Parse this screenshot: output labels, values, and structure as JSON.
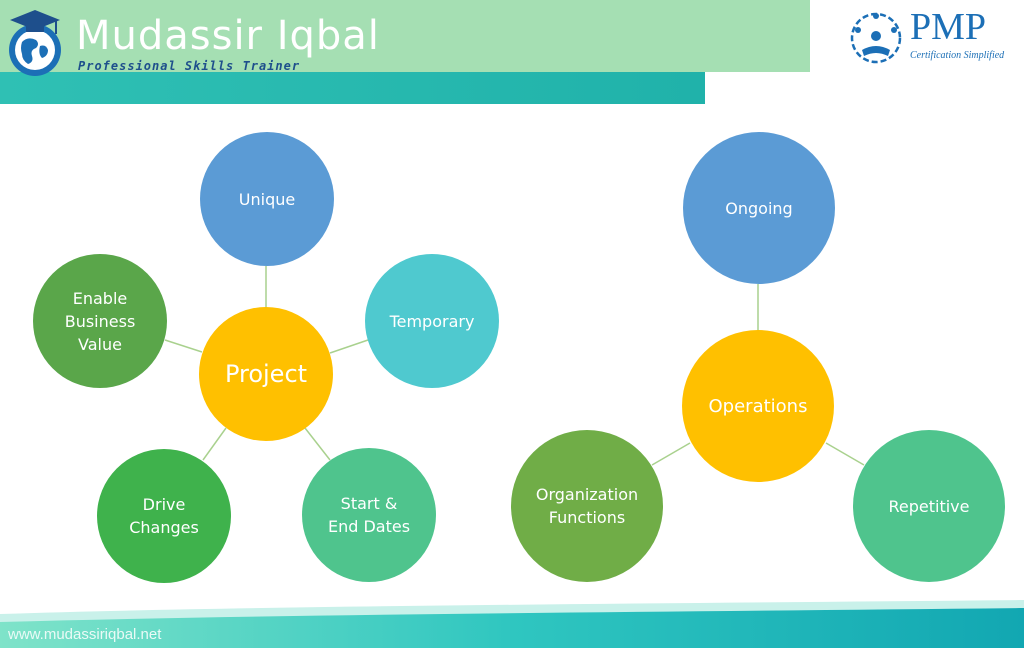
{
  "header": {
    "brand_name": "Mudassir Iqbal",
    "brand_tagline": "Professional Skills Trainer",
    "pmp_title": "PMP",
    "pmp_tagline": "Certification Simplified"
  },
  "project_diagram": {
    "center": "Project",
    "nodes": [
      {
        "id": "unique",
        "label": "Unique"
      },
      {
        "id": "temporary",
        "label": "Temporary"
      },
      {
        "id": "start_end",
        "label": "Start &\nEnd Dates"
      },
      {
        "id": "drive_changes",
        "label": "Drive\nChanges"
      },
      {
        "id": "enable_value",
        "label": "Enable\nBusiness\nValue"
      }
    ]
  },
  "operations_diagram": {
    "center": "Operations",
    "nodes": [
      {
        "id": "ongoing",
        "label": "Ongoing"
      },
      {
        "id": "repetitive",
        "label": "Repetitive"
      },
      {
        "id": "org_functions",
        "label": "Organization\nFunctions"
      }
    ]
  },
  "colors": {
    "center": "#ffc000",
    "blue": "#5b9bd5",
    "teal": "#4fc9cf",
    "green_light": "#4fc48d",
    "green_mid": "#3fb24c",
    "olive": "#70ad47",
    "connector": "#a9d18e"
  },
  "footer": {
    "url": "www.mudassiriqbal.net"
  }
}
